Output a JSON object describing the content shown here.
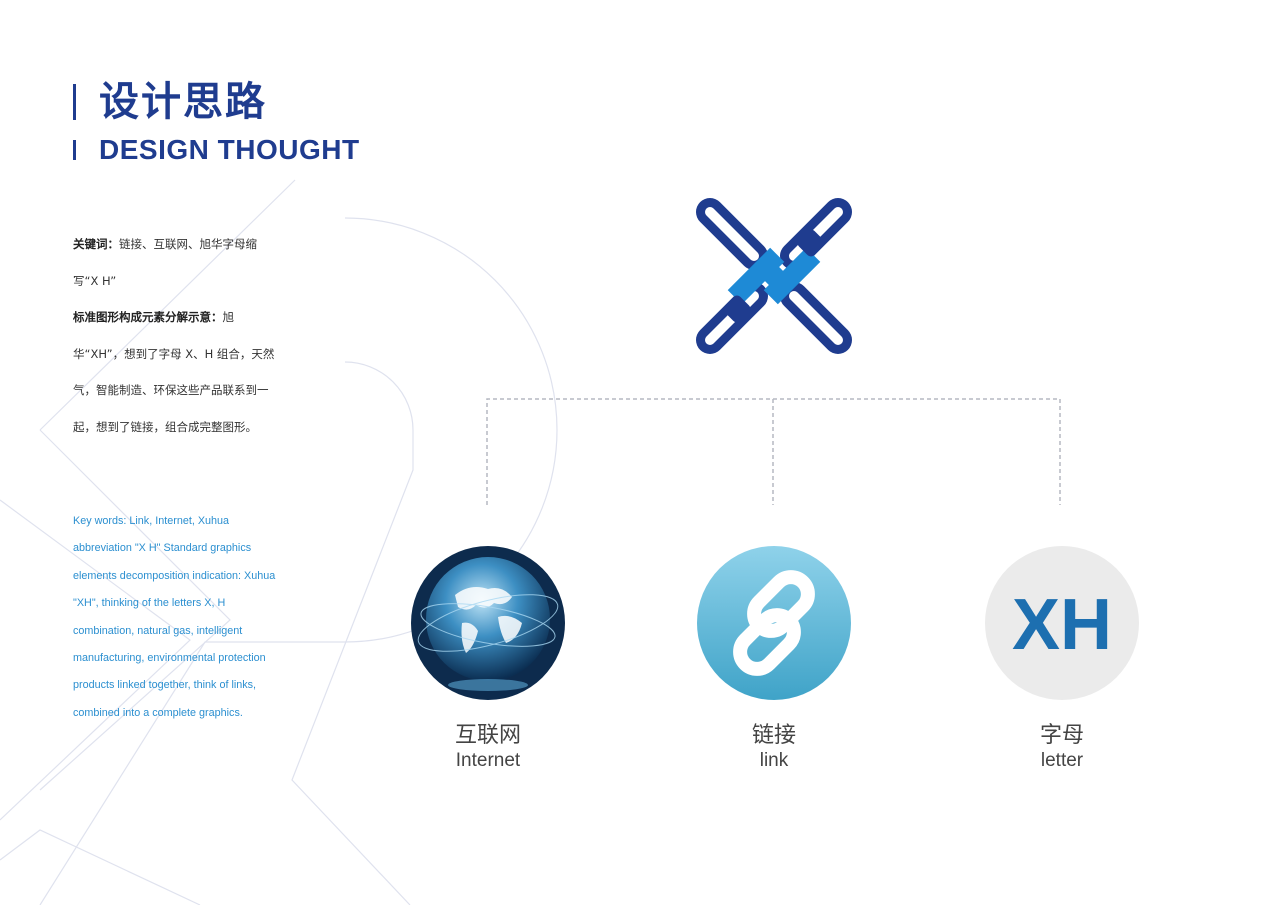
{
  "heading": {
    "title_cn": "设计思路",
    "title_en": "DESIGN THOUGHT"
  },
  "description_cn": {
    "keywords_label": "关键词：",
    "keywords_text": "链接、互联网、旭华字母缩写“X H”",
    "decomp_label": "标准图形构成元素分解示意：",
    "decomp_text": "旭华“XH”，想到了字母 X、H 组合，天然气，智能制造、环保这些产品联系到一起，想到了链接，组合成完整图形。"
  },
  "description_en": {
    "text": "Key words: Link, Internet, Xuhua abbreviation \"X H\" Standard graphics elements decomposition indication: Xuhua \"XH\", thinking of the letters X, H combination, natural gas, intelligent manufacturing, environmental protection products linked together, think of links, combined into a complete graphics."
  },
  "logo": {
    "icon": "xh-logo-icon",
    "primary_color": "#1f3c8f",
    "accent_color": "#1e8ad6"
  },
  "elements": [
    {
      "label_cn": "互联网",
      "label_en": "Internet",
      "icon": "globe-icon"
    },
    {
      "label_cn": "链接",
      "label_en": "link",
      "icon": "chain-link-icon"
    },
    {
      "label_cn": "字母",
      "label_en": "letter",
      "icon": "xh-letters-icon",
      "letters": "XH"
    }
  ],
  "colors": {
    "heading": "#1f3c8f",
    "english_text": "#2b8fd0",
    "body_text": "#333333",
    "connector": "#b5b9c2"
  }
}
